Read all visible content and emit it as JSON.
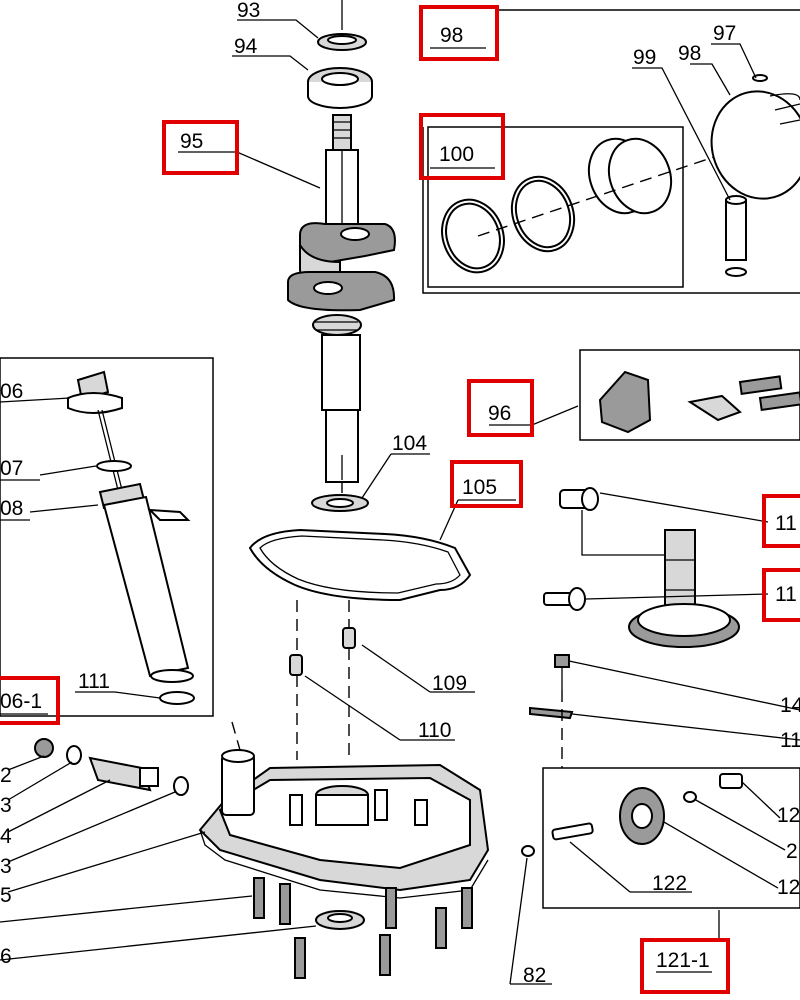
{
  "diagram": {
    "highlight_color": "#e00000",
    "callouts": {
      "c93": "93",
      "c94": "94",
      "c95": "95",
      "c97": "97",
      "c98a": "98",
      "c98b": "98",
      "c99": "99",
      "c100": "100",
      "c96": "96",
      "c104": "104",
      "c105": "105",
      "c106": "06",
      "c107": "07",
      "c108": "08",
      "c106_1": "06-1",
      "c111": "111",
      "c109": "109",
      "c110": "110",
      "c11a": "11",
      "c11b": "11",
      "c14": "14",
      "c11c": "11",
      "c12a": "12",
      "c2b": "2",
      "c12c": "12",
      "c122": "122",
      "c121_1": "121-1",
      "c82": "82",
      "l2": "2",
      "l3a": "3",
      "l4": "4",
      "l3b": "3",
      "l5": "5",
      "l6": "6"
    }
  }
}
